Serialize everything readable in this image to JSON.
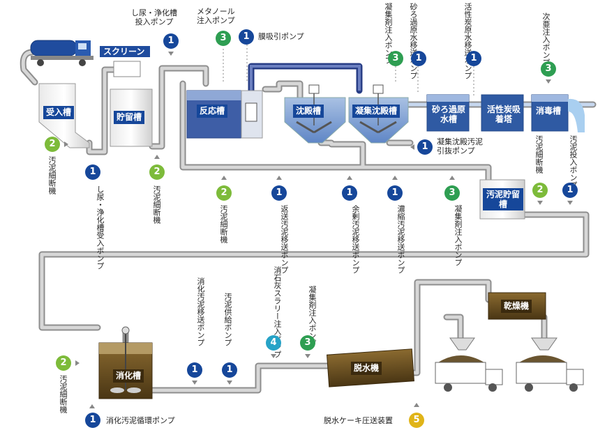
{
  "tanks": {
    "receiving": "受入槽",
    "storage": "貯留槽",
    "reaction": "反応槽",
    "settling": "沈殿槽",
    "coag_settling": "凝集沈殿槽",
    "sand_filter": "砂ろ過原水槽",
    "activated_carbon": "活性炭吸着塔",
    "disinfection": "消毒槽",
    "sludge_storage": "汚泥貯留槽",
    "digestion": "消化槽",
    "dewatering": "脱水機",
    "drying": "乾燥機",
    "screen": "スクリーン"
  },
  "labels": {
    "night_soil_input_pump": "し尿・浄化槽\n投入ポンプ",
    "methanol_pump": "メタノール\n注入ポンプ",
    "membrane_pump": "膜吸引ポンプ",
    "coag_pump_top": "凝集剤注入ポンプ",
    "sand_transfer_pump": "砂ろ過原水移送ポンプ",
    "carbon_transfer_pump": "活性炭原水移送ポンプ",
    "hypochlorite_pump": "次亜注入ポンプ",
    "sludge_crusher_1": "汚泥細断機",
    "receive_pump": "し尿・浄化槽受入ポンプ",
    "sludge_crusher_2": "汚泥細断機",
    "sludge_crusher_3": "汚泥細断機",
    "return_sludge_pump": "返送汚泥移送ポンプ",
    "excess_sludge_pump": "余剰汚泥移送ポンプ",
    "thick_sludge_pump": "濃縮汚泥移送ポンプ",
    "coag_pump_mid": "凝集剤注入ポンプ",
    "coag_sludge_pump": "凝集沈殿汚泥\n引抜ポンプ",
    "sludge_crusher_4": "汚泥細断機",
    "sludge_input_pump": "汚泥投入ポンプ",
    "digest_transfer_pump": "消化汚泥移送ポンプ",
    "sludge_feed_pump": "汚泥供給ポンプ",
    "lime_slurry_pump": "消石灰スラリー注入ポンプ",
    "coag_pump_bottom": "凝集剤注入ポンプ",
    "sludge_crusher_5": "汚泥細断機",
    "digest_circ_pump": "消化汚泥循環ポンプ",
    "cake_transfer": "脱水ケーキ圧送装置"
  },
  "badges": {
    "one": "1",
    "two": "2",
    "three": "3",
    "four": "4",
    "five": "5"
  },
  "colors": {
    "pipe": "#c9c9c9",
    "pipe_outline": "#8a8a8a",
    "tank_water": "#3d5fa8",
    "tank_light": "#dfe4ee",
    "digestion_sludge": "#5c4620",
    "badge_blue": "#16479a",
    "badge_green_light": "#7dbb3a",
    "badge_green": "#2e9e52",
    "badge_teal": "#27a3c7",
    "badge_yellow": "#e0b418"
  }
}
